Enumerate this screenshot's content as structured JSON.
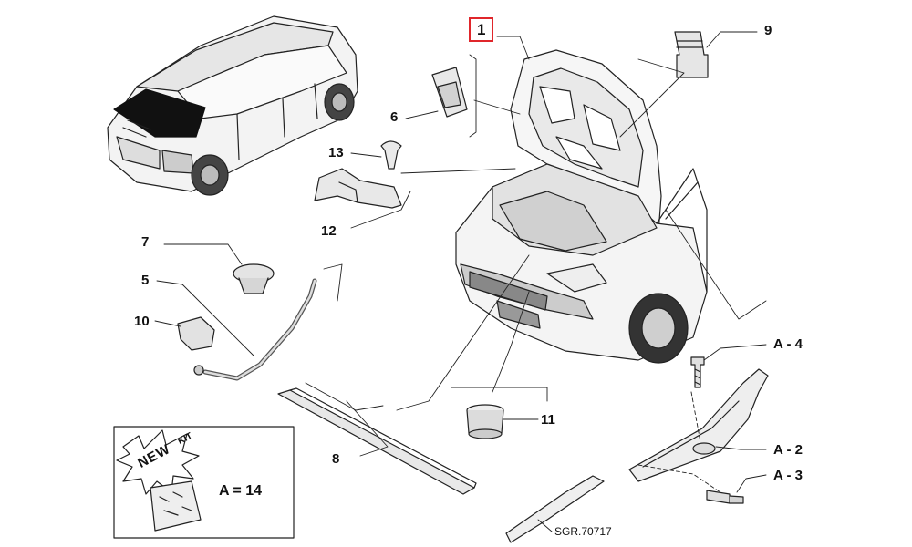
{
  "diagram": {
    "highlight_color": "#e0262b",
    "line_color": "#222222",
    "callouts": {
      "c1": "1",
      "c6": "6",
      "c9": "9",
      "c13": "13",
      "c12": "12",
      "c7": "7",
      "c5": "5",
      "c10": "10",
      "c11": "11",
      "c8": "8",
      "ca4": "A - 4",
      "ca2": "A - 2",
      "ca3": "A - 3"
    },
    "kit": {
      "badge": "NEW",
      "badge_small": "KIT",
      "quantity": "A = 14"
    },
    "reference_code": "SGR.70717"
  }
}
